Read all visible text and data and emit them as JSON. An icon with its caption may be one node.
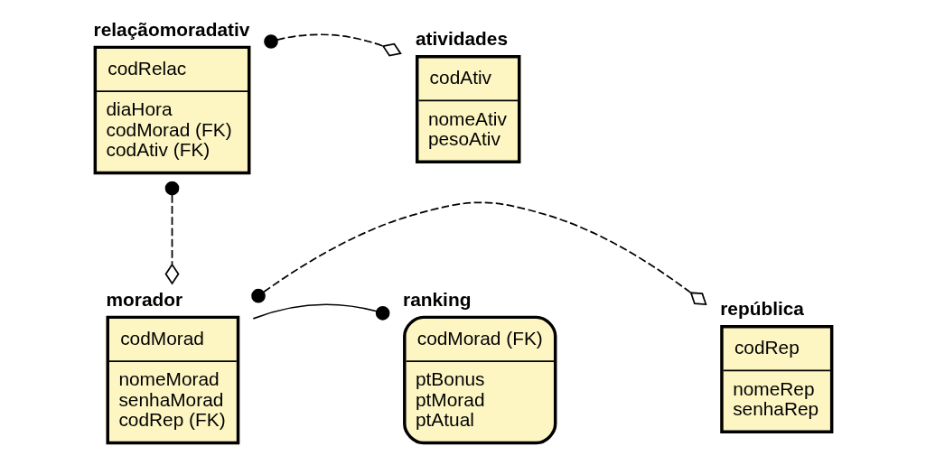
{
  "diagram": {
    "nodes": [
      {
        "text": [
          "relaçãomoradativ",
          "codRelac",
          "diaHora",
          "codMorad (FK)",
          "codAtiv (FK)"
        ]
      },
      {
        "text": [
          "atividades",
          "codAtiv",
          "nomeAtiv",
          "pesoAtiv"
        ]
      },
      {
        "text": [
          "república",
          "codRep",
          "nomeRep",
          "senhaRep"
        ]
      },
      {
        "text": [
          "morador",
          "codMorad",
          "nomeMorad",
          "senhaMorad",
          "codRep (FK)"
        ]
      },
      {
        "text": [
          "ranking",
          "codMorad (FK)",
          "ptBonus",
          "ptMorad",
          "ptAtual"
        ]
      }
    ],
    "edges": [
      {
        "from": 0,
        "to": 1,
        "arrow": "other",
        "style": "dashed"
      },
      {
        "from": 0,
        "to": 3,
        "arrow": "other",
        "style": "dashed"
      },
      {
        "from": 3,
        "to": 2,
        "arrow": "other",
        "style": "dashed"
      },
      {
        "from": 3,
        "to": 4,
        "arrow": "other"
      }
    ]
  }
}
